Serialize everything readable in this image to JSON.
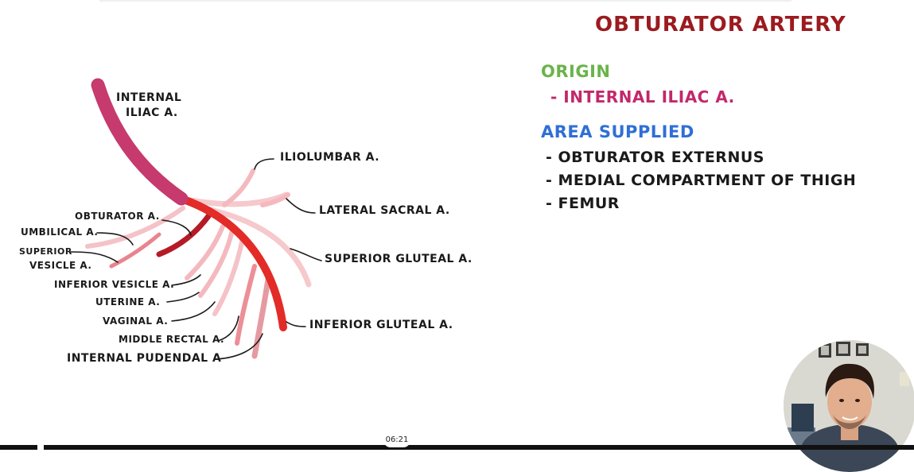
{
  "title": "OBTURATOR ARTERY",
  "origin": {
    "heading": "ORIGIN",
    "value": "- INTERNAL ILIAC A."
  },
  "area_supplied": {
    "heading": "AREA SUPPLIED",
    "items": [
      "- OBTURATOR EXTERNUS",
      "- MEDIAL COMPARTMENT OF THIGH",
      "- FEMUR"
    ]
  },
  "diagram": {
    "labels": {
      "internal_iliac_1": "INTERNAL",
      "internal_iliac_2": "ILIAC A.",
      "iliolumbar": "ILIOLUMBAR A.",
      "lateral_sacral": "LATERAL SACRAL A.",
      "superior_gluteal": "SUPERIOR GLUTEAL A.",
      "inferior_gluteal": "INFERIOR GLUTEAL A.",
      "obturator": "OBTURATOR A.",
      "umbilical": "UMBILICAL A.",
      "superior_vesicle_1": "SUPERIOR",
      "superior_vesicle_2": "VESICLE A.",
      "inferior_vesicle": "INFERIOR VESICLE A.",
      "uterine": "UTERINE A.",
      "vaginal": "VAGINAL A.",
      "middle_rectal": "MIDDLE RECTAL A.",
      "internal_pudendal": "INTERNAL PUDENDAL A"
    },
    "colors": {
      "internal_iliac": "#c63a6e",
      "anterior_trunk": "#e32b28",
      "obturator": "#b51a26",
      "posterior_branches": "#f4b9bf",
      "visceral_branches": "#ec8f97",
      "leader": "#1a1a1a"
    }
  },
  "player": {
    "timestamp": "06:21",
    "webcam_icon": "presenter-webcam"
  }
}
